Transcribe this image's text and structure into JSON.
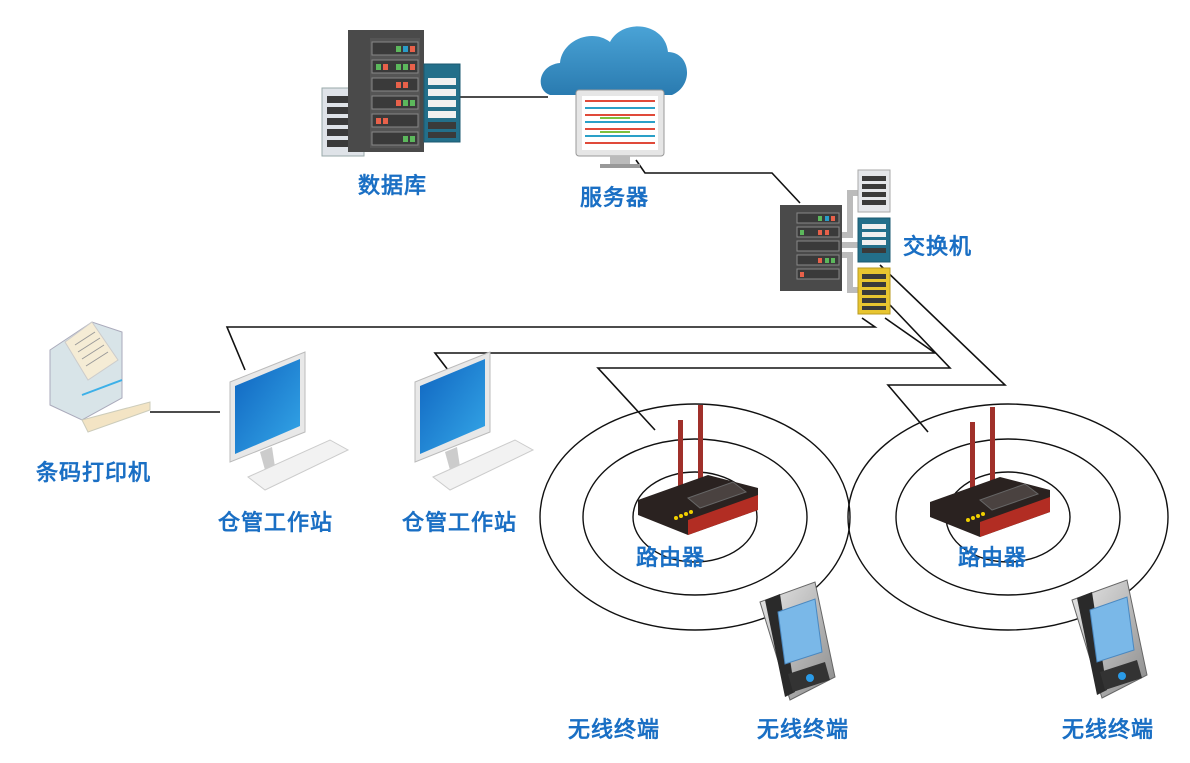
{
  "diagram": {
    "type": "network-topology",
    "colors": {
      "label": "#1a6fc4",
      "line": "#111111",
      "router_body": "#2a2220",
      "router_accent": "#b22d23",
      "monitor_screen": "#1a7fd4",
      "cloud": "#3a8fc4"
    },
    "nodes": {
      "database": {
        "label": "数据库",
        "icon": "server-rack-icon"
      },
      "server": {
        "label": "服务器",
        "icon": "cloud-server-icon"
      },
      "switch": {
        "label": "交换机",
        "icon": "switch-icon"
      },
      "printer": {
        "label": "条码打印机",
        "icon": "barcode-printer-icon"
      },
      "workstation_1": {
        "label": "仓管工作站",
        "icon": "workstation-icon"
      },
      "workstation_2": {
        "label": "仓管工作站",
        "icon": "workstation-icon"
      },
      "router_1": {
        "label": "路由器",
        "icon": "wireless-router-icon"
      },
      "router_2": {
        "label": "路由器",
        "icon": "wireless-router-icon"
      },
      "terminal_1": {
        "label": "无线终端"
      },
      "terminal_2": {
        "label": "无线终端",
        "icon": "handheld-terminal-icon"
      },
      "terminal_3": {
        "label": "无线终端",
        "icon": "handheld-terminal-icon"
      }
    },
    "connections": [
      [
        "database",
        "server"
      ],
      [
        "server",
        "switch"
      ],
      [
        "switch",
        "workstation_1"
      ],
      [
        "switch",
        "workstation_2"
      ],
      [
        "switch",
        "router_1"
      ],
      [
        "switch",
        "router_2"
      ],
      [
        "workstation_1",
        "printer"
      ]
    ]
  }
}
